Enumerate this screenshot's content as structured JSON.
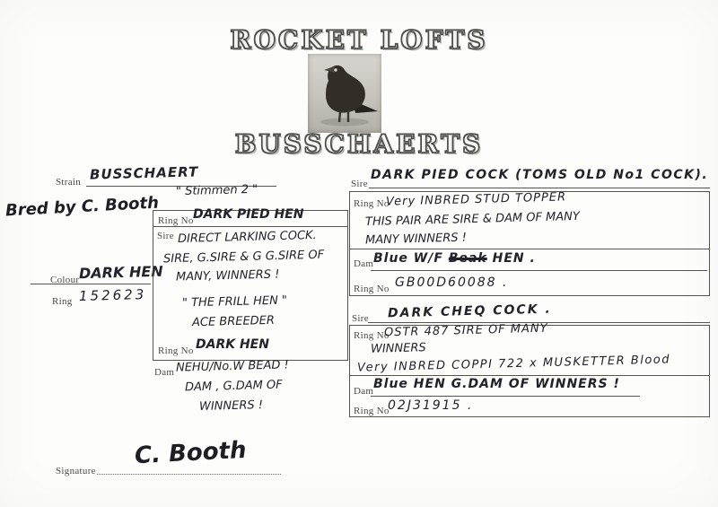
{
  "header": {
    "title": "ROCKET LOFTS",
    "subtitle": "BUSSCHAERTS",
    "photo_icon": "pigeon-photo"
  },
  "labels": {
    "strain": "Strain",
    "colour": "Colour",
    "ring": "Ring",
    "ring_no": "Ring No",
    "sire": "Sire",
    "dam": "Dam",
    "signature": "Signature"
  },
  "bird": {
    "strain": "BUSSCHAERT",
    "bred_by": "Bred by C. Booth",
    "name_note": "\" Stimmen 2 \"",
    "colour": "DARK HEN",
    "ring": "152623",
    "signature": "C. Booth"
  },
  "center_panel": {
    "ring_no": "DARK PIED HEN",
    "sire_line1": "DIRECT LARKING COCK.",
    "sire_line2": "SIRE, G.SIRE & G G.SIRE OF",
    "sire_line3": "MANY, WINNERS !",
    "note_line1": "\" THE FRILL HEN \"",
    "note_line2": "ACE BREEDER",
    "ring_no2": "DARK HEN",
    "dam_line1": "NEHU/No.W BEAD !",
    "dam_line2": "DAM , G.DAM OF",
    "dam_line3": "WINNERS !"
  },
  "sire_panel": {
    "sire": "DARK PIED COCK (TOMS OLD No1 COCK).",
    "ring_no_line1": "Very INBRED STUD TOPPER",
    "ring_no_line2": "THIS PAIR ARE SIRE & DAM OF MANY",
    "ring_no_line3": "MANY WINNERS !",
    "dam_pre": "Blue W/F ",
    "dam_struck": "Beak",
    "dam_post": " HEN .",
    "ring_no2": "GB00D60088 ."
  },
  "dam_panel": {
    "sire": "DARK CHEQ COCK .",
    "ring_no_line1": "OSTR 487 SIRE OF MANY",
    "ring_no_line2": "WINNERS",
    "note": "Very INBRED COPPI 722 x MUSKETTER Blood",
    "dam": "Blue HEN  G.DAM OF WINNERS !",
    "ring_no2": "02J31915 ."
  }
}
